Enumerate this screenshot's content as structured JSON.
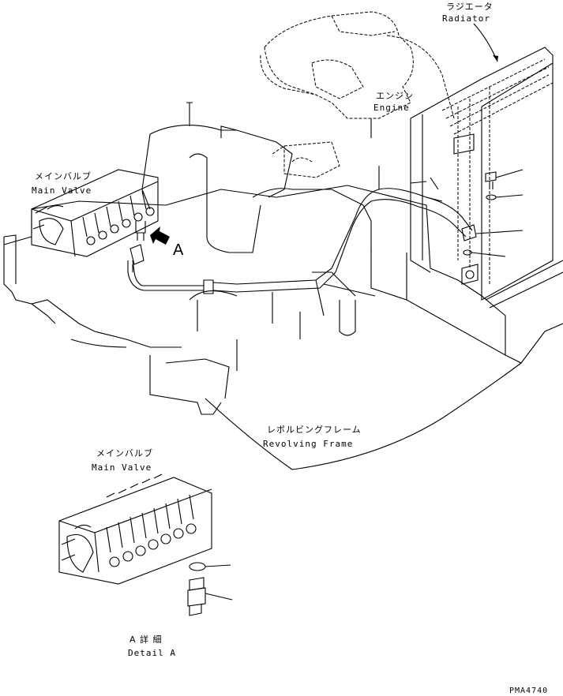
{
  "labels": {
    "radiator_jp": "ラジエータ",
    "radiator_en": "Radiator",
    "engine_jp": "エンジン",
    "engine_en": "Engine",
    "main_valve_jp": "メインバルブ",
    "main_valve_en": "Main Valve",
    "view_arrow": "A",
    "revolving_frame_jp": "レボルビングフレーム",
    "revolving_frame_en": "Revolving Frame",
    "detail_main_valve_jp": "メインバルブ",
    "detail_main_valve_en": "Main Valve",
    "detail_jp": "A 詳 細",
    "detail_en": "Detail A",
    "drawing_code": "PMA4740"
  }
}
